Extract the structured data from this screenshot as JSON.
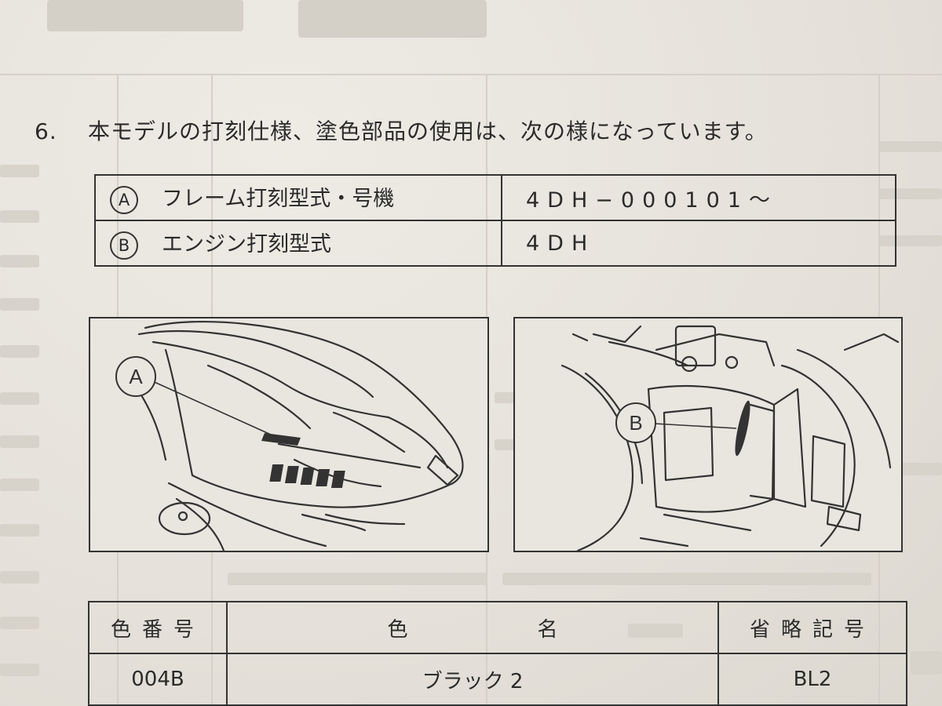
{
  "heading": {
    "number": "6.",
    "text": "本モデルの打刻仕様、塗色部品の使用は、次の様になっています。"
  },
  "spec_table": [
    {
      "marker": "A",
      "label": "フレーム打刻型式・号機",
      "value": "4DH−000101〜"
    },
    {
      "marker": "B",
      "label": "エンジン打刻型式",
      "value": "4DH"
    }
  ],
  "figures": {
    "a": {
      "callout": "A"
    },
    "b": {
      "callout": "B"
    }
  },
  "color_table": {
    "headers": {
      "number": "色番号",
      "name_1": "色",
      "name_2": "名",
      "abbrev": "省略記号"
    },
    "rows": [
      {
        "number": "004B",
        "name": "ブラック 2",
        "abbrev": "BL2"
      }
    ]
  }
}
